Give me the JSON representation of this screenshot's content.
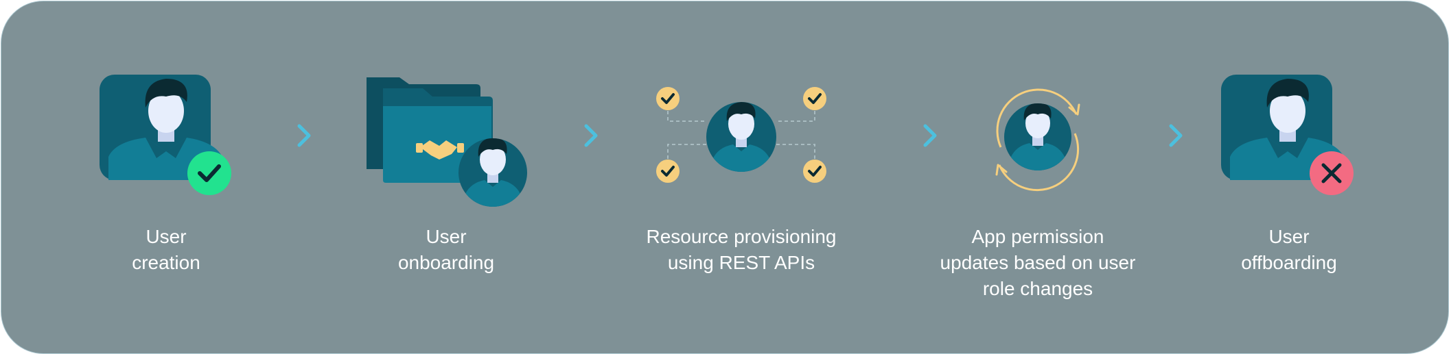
{
  "colors": {
    "panel_bg": "#7f9196",
    "tile_dark": "#0f5f73",
    "tile_mid": "#127e96",
    "hair": "#0b2a32",
    "face": "#e7eefc",
    "success_green": "#22e28f",
    "danger_pink": "#f36b82",
    "check_gold": "#f6cf7e",
    "arrow_blue": "#4cc0de"
  },
  "steps": [
    {
      "id": "user-creation",
      "label": "User\ncreation",
      "icon": "user-check-icon"
    },
    {
      "id": "user-onboarding",
      "label": "User\nonboarding",
      "icon": "folder-handshake-icon"
    },
    {
      "id": "resource-provisioning",
      "label": "Resource provisioning\nusing REST APIs",
      "icon": "user-network-check-icon"
    },
    {
      "id": "app-permission-updates",
      "label": "App permission\nupdates  based on user\nrole  changes",
      "icon": "user-sync-icon"
    },
    {
      "id": "user-offboarding",
      "label": "User\noffboarding",
      "icon": "user-remove-icon"
    }
  ]
}
